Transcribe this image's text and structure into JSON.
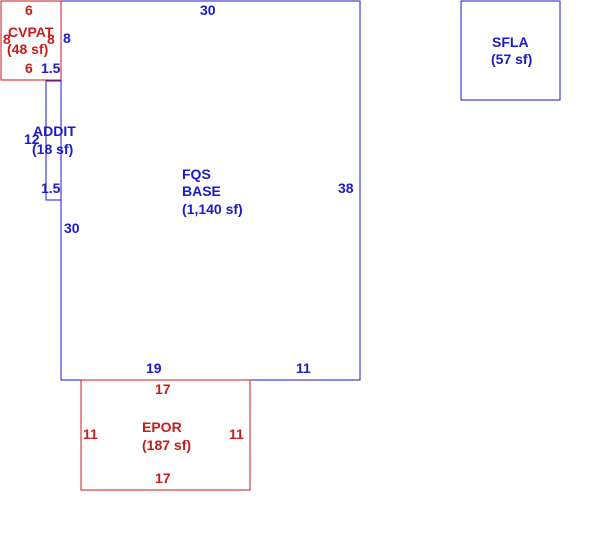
{
  "colors": {
    "blue": "#1a1acc",
    "red": "#cc1a1a"
  },
  "areas": {
    "base": {
      "name_line1": "FQS",
      "name_line2": "BASE",
      "size": "(1,140 sf)"
    },
    "cvpat": {
      "name": "CVPAT",
      "size": "(48 sf)"
    },
    "addit": {
      "name": "ADDIT",
      "size": "(18 sf)"
    },
    "sfla": {
      "name": "SFLA",
      "size": "(57 sf)"
    },
    "epor": {
      "name": "EPOR",
      "size": "(187 sf)"
    }
  },
  "dimensions": {
    "base_top": "30",
    "base_right": "38",
    "base_left": "30",
    "base_bottom_left": "19",
    "base_bottom_right": "11",
    "cvpat_top": "6",
    "cvpat_bottom": "6",
    "cvpat_left": "8",
    "cvpat_right": "8",
    "base_left_upper": "8",
    "addit_top": "1.5",
    "addit_bottom": "1.5",
    "addit_left": "12",
    "epor_top": "17",
    "epor_bottom": "17",
    "epor_left": "11",
    "epor_right": "11"
  }
}
